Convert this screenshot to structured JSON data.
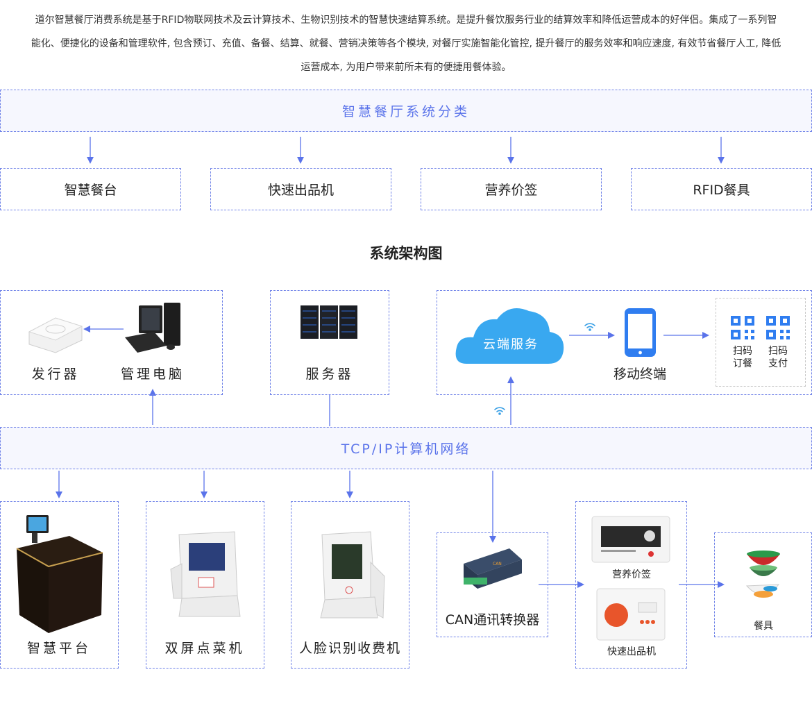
{
  "intro": {
    "line1": "道尔智慧餐厅消费系统是基于RFID物联网技术及云计算技术、生物识别技术的智慧快速结算系统。是提升餐饮服务行业的结算效率和降低运营成本的好伴侣。集成了一系列智",
    "line2": "能化、便捷化的设备和管理软件, 包含预订、充值、备餐、结算、就餐、营销决策等各个模块, 对餐厅实施智能化管控, 提升餐厅的服务效率和响应速度, 有效节省餐厅人工, 降低",
    "line3": "运营成本, 为用户带来前所未有的便捷用餐体验。"
  },
  "classification": {
    "title": "智慧餐厅系统分类",
    "categories": [
      "智慧餐台",
      "快速出品机",
      "营养价签",
      "RFID餐具"
    ]
  },
  "architecture": {
    "title": "系统架构图",
    "issuer": "发行器",
    "pc": "管理电脑",
    "server": "服务器",
    "cloud": "云端服务",
    "mobile": "移动终端",
    "qr_order": [
      "扫码",
      "订餐"
    ],
    "qr_pay": [
      "扫码",
      "支付"
    ],
    "network": "TCP/IP计算机网络",
    "smart_platform": "智慧平台",
    "dual_screen": "双屏点菜机",
    "face_pay": "人脸识别收费机",
    "can": "CAN通讯转换器",
    "nutrition_tag": "营养价签",
    "quick_out": "快速出品机",
    "tableware": "餐具"
  },
  "colors": {
    "accent": "#5a73ea",
    "dashed_border": "#6f82e8",
    "band_bg": "#f6f7fe",
    "cloud": "#39a8f0",
    "mobile": "#2f7df0",
    "qr": "#2f7df0"
  }
}
